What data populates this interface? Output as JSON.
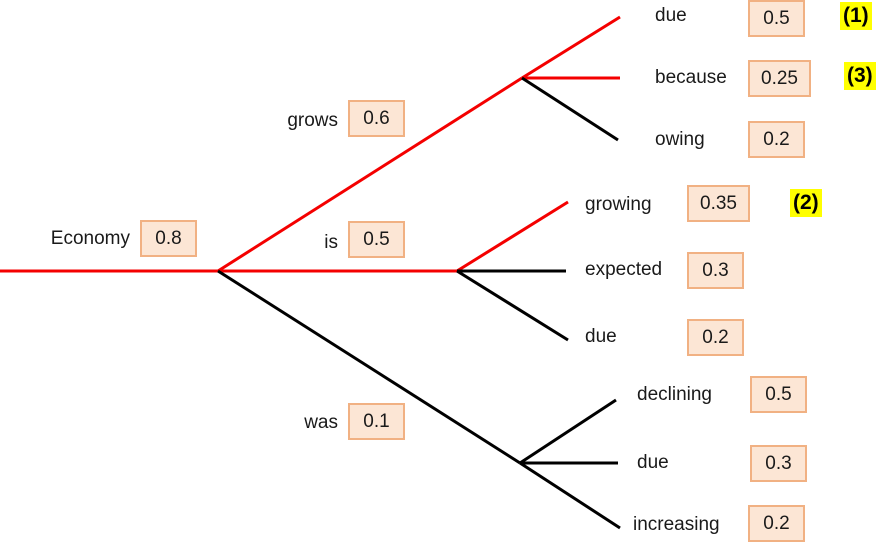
{
  "tree": {
    "root": {
      "word": "Economy",
      "prob": "0.8"
    },
    "level1": [
      {
        "word": "grows",
        "prob": "0.6"
      },
      {
        "word": "is",
        "prob": "0.5"
      },
      {
        "word": "was",
        "prob": "0.1"
      }
    ],
    "leaves": {
      "grows": [
        {
          "word": "due",
          "prob": "0.5",
          "rank": "(1)"
        },
        {
          "word": "because",
          "prob": "0.25",
          "rank": "(3)"
        },
        {
          "word": "owing",
          "prob": "0.2"
        }
      ],
      "is": [
        {
          "word": "growing",
          "prob": "0.35",
          "rank": "(2)"
        },
        {
          "word": "expected",
          "prob": "0.3"
        },
        {
          "word": "due",
          "prob": "0.2"
        }
      ],
      "was": [
        {
          "word": "declining",
          "prob": "0.5"
        },
        {
          "word": "due",
          "prob": "0.3"
        },
        {
          "word": "increasing",
          "prob": "0.2"
        }
      ]
    }
  },
  "colors": {
    "edge_highlight": "#f40000",
    "edge_default": "#000000",
    "box_fill": "#fce6d5",
    "box_border": "#f1b183",
    "rank_bg": "#ffff00",
    "rank_text": "#000000"
  }
}
